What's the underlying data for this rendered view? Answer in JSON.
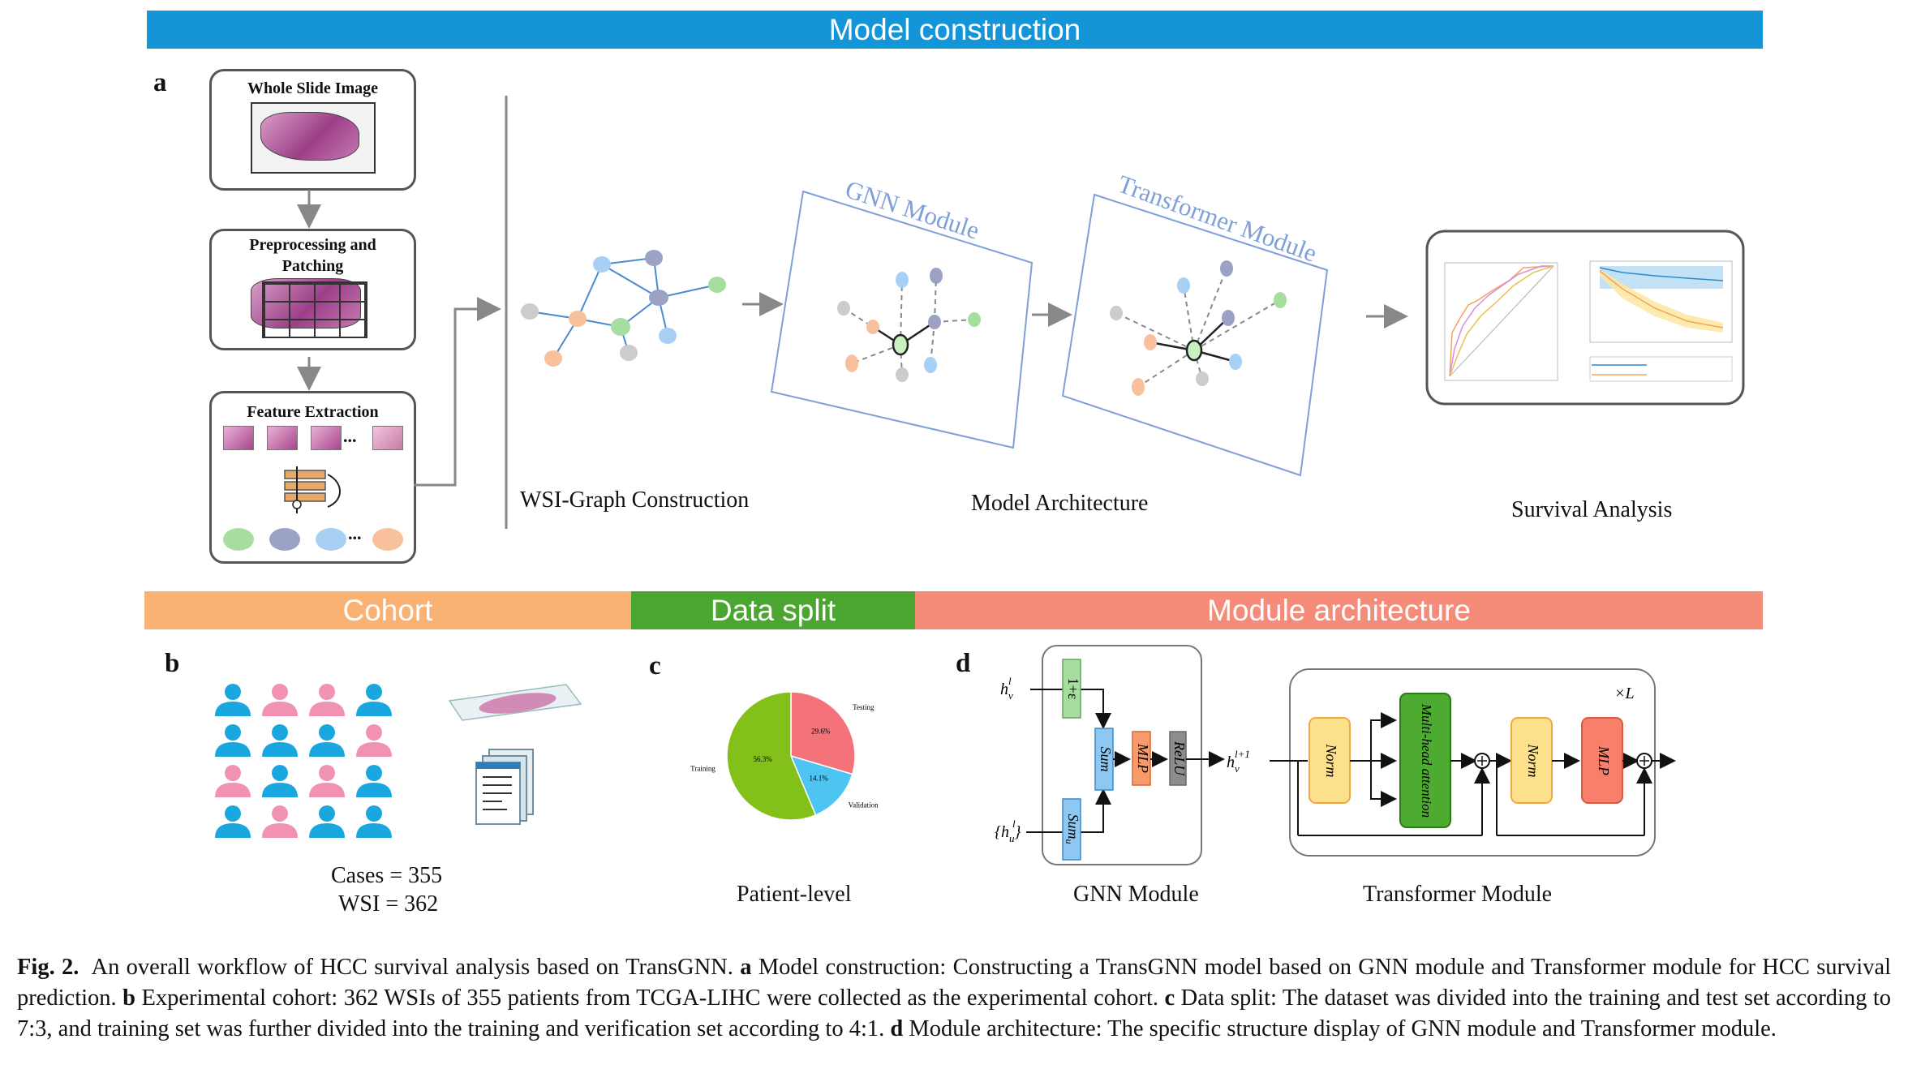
{
  "banners": {
    "model_construction": "Model construction",
    "cohort": "Cohort",
    "data_split": "Data split",
    "module_architecture": "Module architecture"
  },
  "colors": {
    "model_construction": "#1395d8",
    "cohort": "#f9b274",
    "data_split": "#4aa630",
    "module_architecture": "#f58b79"
  },
  "panel_a": {
    "letter": "a",
    "wsi_title": "Whole Slide Image",
    "preprocessing_title": "Preprocessing and Patching",
    "feature_title": "Feature Extraction",
    "ellipsis": "...",
    "graph_label": "WSI-Graph Construction",
    "gnn_module": "GNN Module",
    "transformer_module": "Transformer Module",
    "model_label": "Model Architecture",
    "survival_label": "Survival Analysis"
  },
  "panel_b": {
    "letter": "b",
    "cases": "Cases = 355",
    "wsi": "WSI = 362"
  },
  "panel_c": {
    "letter": "c",
    "label": "Patient-level",
    "chart_data": {
      "type": "pie",
      "categories": [
        "Testing",
        "Training",
        "Validation"
      ],
      "values": [
        29.6,
        56.3,
        14.1
      ],
      "labels": [
        "29.6%",
        "56.3%",
        "14.1%"
      ],
      "colors": [
        "#f4727a",
        "#84c01a",
        "#4ec4f2"
      ]
    }
  },
  "panel_d": {
    "letter": "d",
    "h_v": "h",
    "h_v_sub": "v",
    "h_v_sup": "l",
    "h_u_open": "{h",
    "h_u_sub": "u",
    "h_u_sup": "l",
    "h_u_close": "}",
    "h_out": "h",
    "h_out_sub": "v",
    "h_out_sup": "l+1",
    "one_plus_eps": "1+ε",
    "sum": "Sum",
    "sum_u": "Sum",
    "sum_u_sub": "u",
    "mlp": "MLP",
    "relu": "ReLU",
    "gnn_label": "GNN Module",
    "norm": "Norm",
    "mha": "Multi-head attention",
    "norm2": "Norm",
    "mlp2": "MLP",
    "times_l": "×L",
    "transformer_label": "Transformer Module"
  },
  "caption": {
    "fig": "Fig. 2.",
    "intro": "An overall workflow of HCC survival analysis based on TransGNN.",
    "a_letter": "a",
    "a_text": "Model construction: Constructing a TransGNN model based on GNN module and Transformer module for HCC survival prediction.",
    "b_letter": "b",
    "b_text": "Experimental cohort: 362 WSIs of 355 patients from TCGA-LIHC were collected as the experimental cohort.",
    "c_letter": "c",
    "c_text": "Data split: The dataset was divided into the training and test set according to 7:3, and training set was further divided into the training and verification set according to 4:1.",
    "d_letter": "d",
    "d_text": "Module architecture: The specific structure display of GNN module and Transformer module."
  }
}
